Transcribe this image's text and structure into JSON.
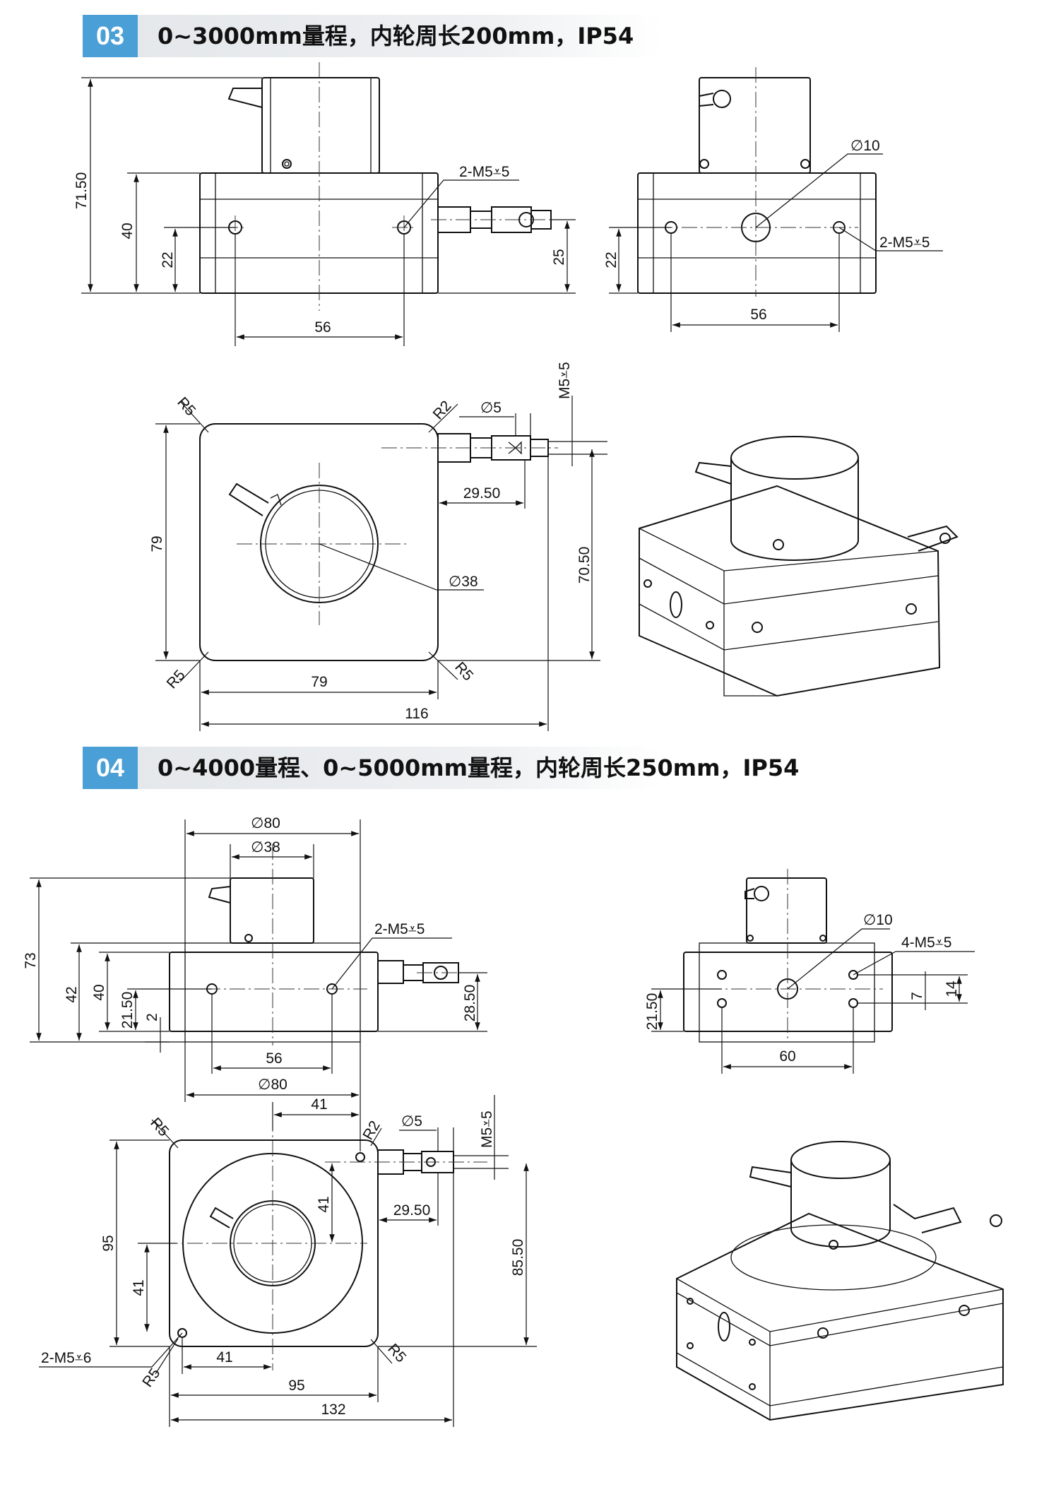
{
  "section03": {
    "number": "03",
    "title": "0~3000mm量程，内轮周长200mm，IP54",
    "front_view": {
      "height_total": "71.50",
      "height_body": "40",
      "hole_height": "22",
      "shaft_height": "25",
      "hole_spacing": "56",
      "thread_note": "2-M5⩡5"
    },
    "side_view": {
      "hole_height": "22",
      "hole_spacing": "56",
      "bore": "∅10",
      "thread_note": "2-M5⩡5"
    },
    "top_view": {
      "corner_radius": "R5",
      "corner_radius_small": "R2",
      "width": "79",
      "height": "79",
      "overall_width": "116",
      "shaft_diameter": "∅5",
      "shaft_thread": "M5⩡5",
      "shaft_offset": "29.50",
      "shaft_height": "70.50",
      "drum_diameter": "∅38"
    }
  },
  "section04": {
    "number": "04",
    "title": "0~4000量程、0~5000mm量程，内轮周长250mm，IP54",
    "front_view": {
      "flange_diameter": "∅80",
      "drum_diameter": "∅38",
      "height_total": "73",
      "height_body_42": "42",
      "height_body_40": "40",
      "hole_height": "21.50",
      "base_step": "2",
      "shaft_height": "28.50",
      "hole_spacing": "56",
      "base_diameter": "∅80",
      "thread_note": "2-M5⩡5"
    },
    "side_view": {
      "bore": "∅10",
      "thread_note": "4-M5⩡5",
      "hole_height": "21.50",
      "hole_spacing": "60",
      "hole_pitch_v": "14",
      "hole_offset_v": "7"
    },
    "top_view": {
      "corner_radius": "R5",
      "corner_radius_small": "R2",
      "top_offset": "41",
      "shaft_diameter": "∅5",
      "shaft_thread": "M5⩡5",
      "inner_offset_v": "41",
      "shaft_offset": "29.50",
      "width": "95",
      "height": "95",
      "hole_offset_v": "41",
      "shaft_height": "85.50",
      "hole_offset_h": "41",
      "overall_width": "132",
      "thread_note": "2-M5⩡6"
    }
  }
}
